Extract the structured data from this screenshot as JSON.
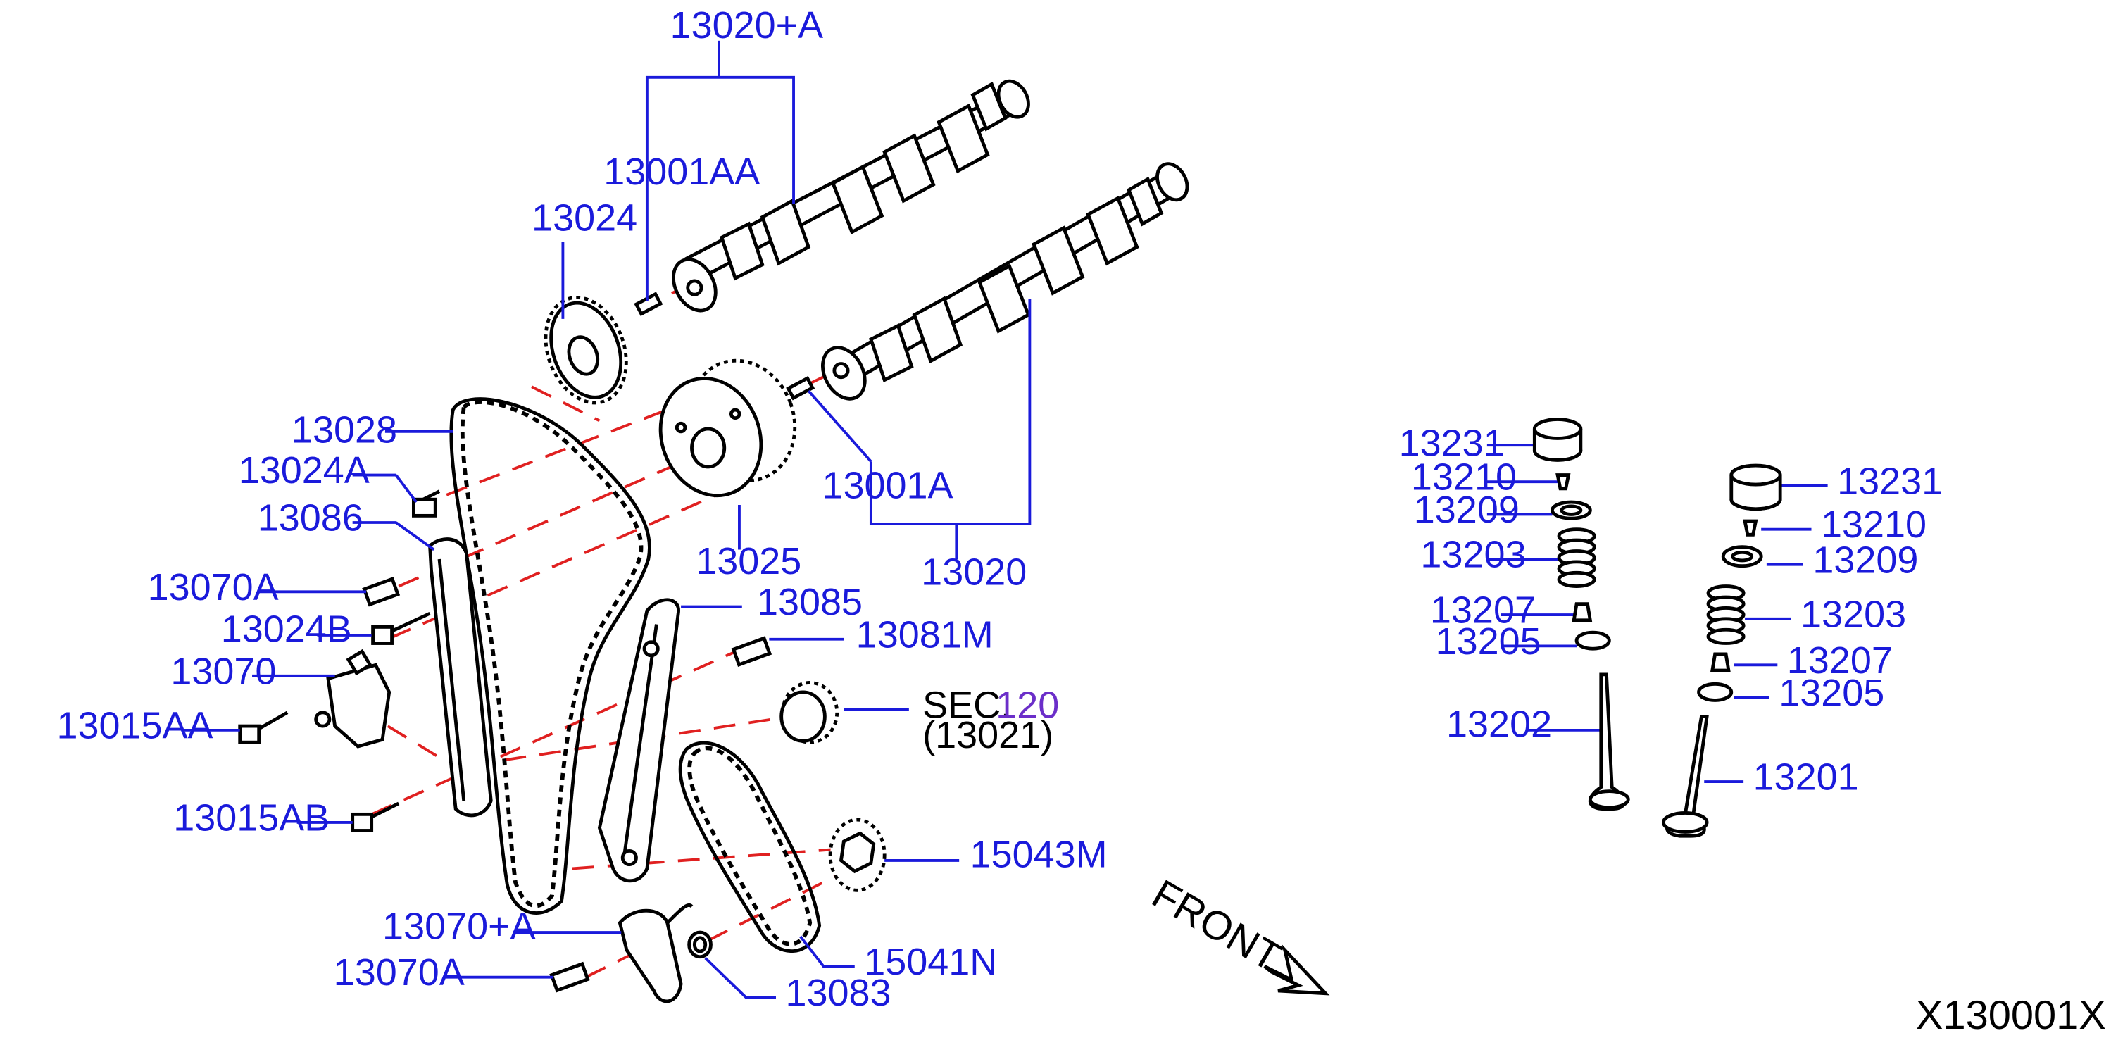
{
  "diagram": {
    "doc_id": "X130001X",
    "front_label": "FRONT",
    "colors": {
      "label": "#1a1adb",
      "centerline": "#e02020",
      "sec_ref": "#6b2ec9",
      "outline": "#000000"
    },
    "labels": {
      "p13020A": "13020+A",
      "p13001AA": "13001AA",
      "p13024": "13024",
      "p13028": "13028",
      "p13024A": "13024A",
      "p13086": "13086",
      "p13070A": "13070A",
      "p13024B": "13024B",
      "p13070": "13070",
      "p13015AA": "13015AA",
      "p13015AB": "13015AB",
      "p13025": "13025",
      "p13001A": "13001A",
      "p13020": "13020",
      "p13085": "13085",
      "p13081M": "13081M",
      "sec": "SEC.",
      "sec_num": "120",
      "p13021": "(13021)",
      "p15043M": "15043M",
      "p15041N": "15041N",
      "p13070pA": "13070+A",
      "p13070A_b": "13070A",
      "p13083": "13083",
      "p13231_l": "13231",
      "p13210_l": "13210",
      "p13209_l": "13209",
      "p13203_l": "13203",
      "p13207_l": "13207",
      "p13205_l": "13205",
      "p13202": "13202",
      "p13231_r": "13231",
      "p13210_r": "13210",
      "p13209_r": "13209",
      "p13203_r": "13203",
      "p13207_r": "13207",
      "p13205_r": "13205",
      "p13201": "13201"
    }
  }
}
